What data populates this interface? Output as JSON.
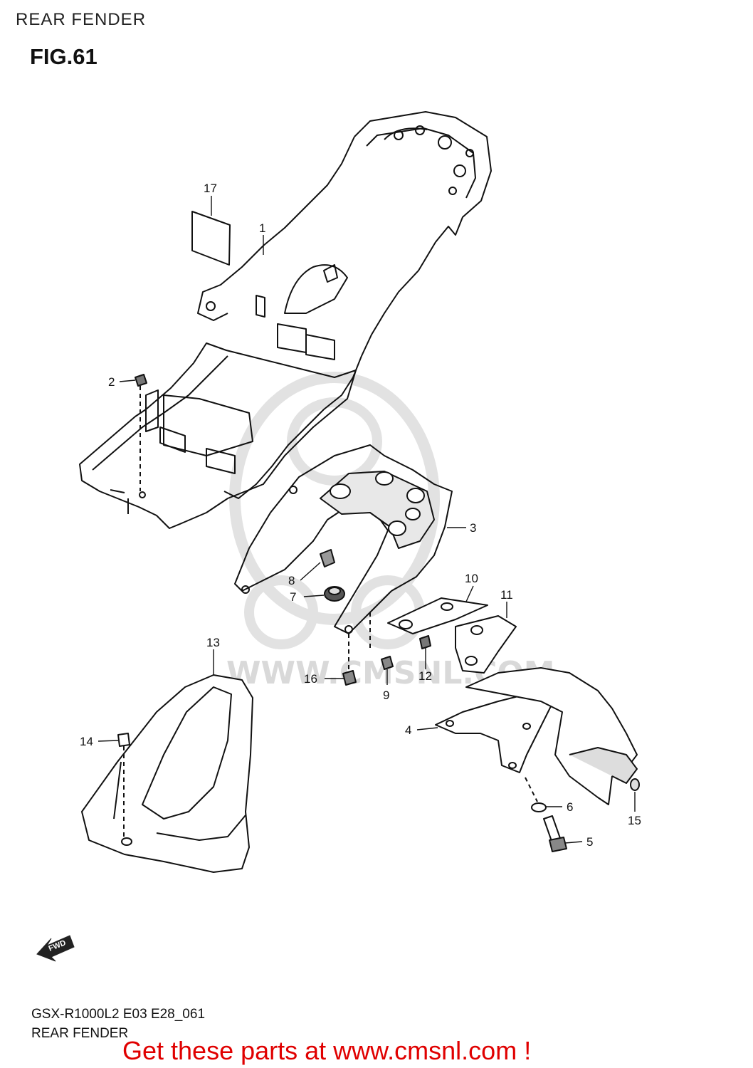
{
  "header": {
    "title": "REAR FENDER",
    "figure": "FIG.61"
  },
  "watermark": {
    "text": "WWW.CMSNL.COM"
  },
  "callouts": [
    {
      "number": "1"
    },
    {
      "number": "2"
    },
    {
      "number": "3"
    },
    {
      "number": "4"
    },
    {
      "number": "5"
    },
    {
      "number": "6"
    },
    {
      "number": "7"
    },
    {
      "number": "8"
    },
    {
      "number": "9"
    },
    {
      "number": "10"
    },
    {
      "number": "11"
    },
    {
      "number": "12"
    },
    {
      "number": "13"
    },
    {
      "number": "14"
    },
    {
      "number": "15"
    },
    {
      "number": "16"
    },
    {
      "number": "17"
    }
  ],
  "fwd_badge": "FWD",
  "footer": {
    "model_code": "GSX-R1000L2 E03 E28_061",
    "name": "REAR FENDER",
    "promo": "Get these parts at www.cmsnl.com !"
  },
  "colors": {
    "line": "#111111",
    "shade": "#bdbdbd",
    "watermark": "#d9d9d9",
    "promo": "#e00000"
  }
}
